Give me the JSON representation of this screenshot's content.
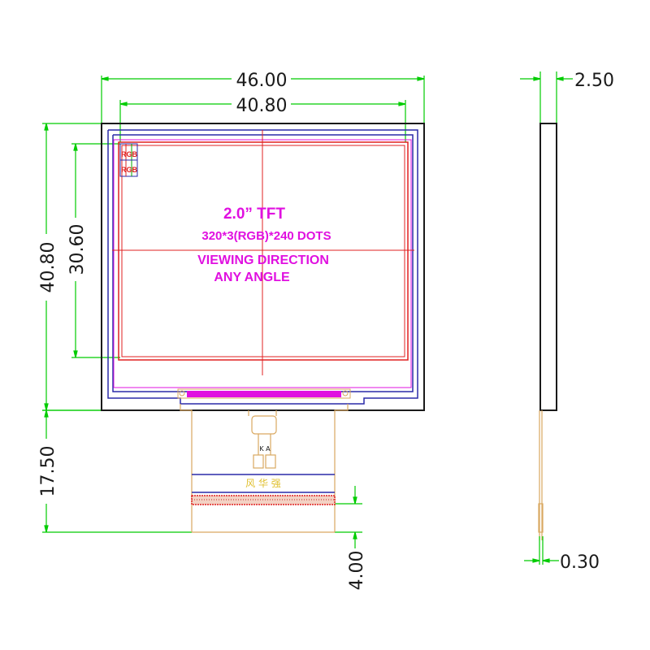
{
  "dimensions": {
    "outer_width": "46.00",
    "active_width": "40.80",
    "thickness": "2.50",
    "outer_height": "40.80",
    "active_height": "30.60",
    "fpc_length": "17.50",
    "fpc_step": "4.00",
    "fpc_thickness": "0.30"
  },
  "panel_text": {
    "size": "2.0” TFT",
    "resolution": "320*3(RGB)*240 DOTS",
    "viewing_line1": "VIEWING DIRECTION",
    "viewing_line2": "ANY ANGLE"
  },
  "pixel_labels": {
    "row1": "RGB",
    "row2": "RGB"
  },
  "fpc": {
    "pin_label": "K A",
    "stiffener_text": "风 华 强"
  },
  "colors": {
    "dimension_line": "#00cc00",
    "panel_outline": "#1a1a1a",
    "bezel": "#2a2aa8",
    "active_area": "#e02020",
    "center_lines": "#e02020",
    "text": "#e010e0",
    "fpc": "#d9a860",
    "fpc_text": "#e0c030"
  }
}
